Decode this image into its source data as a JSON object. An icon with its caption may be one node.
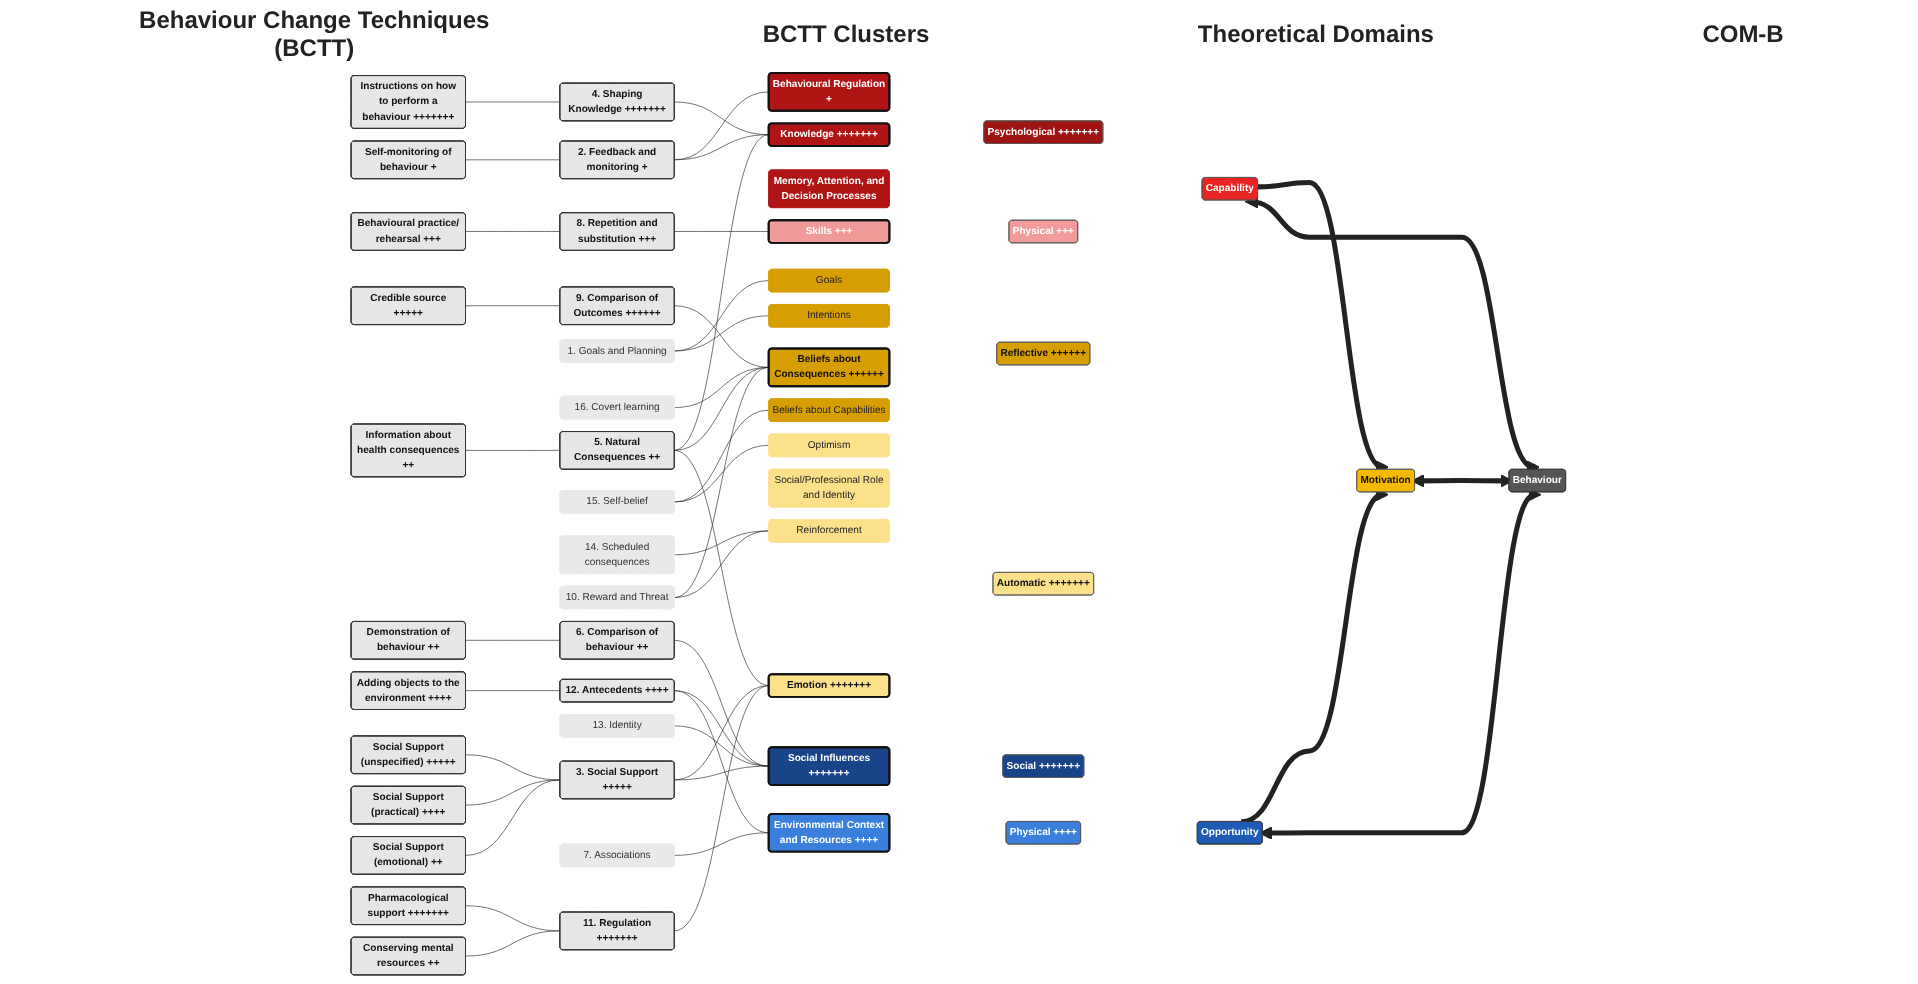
{
  "diagram": {
    "nodes": [
      {
        "text": [
          "Instructions on how to perform a behaviour +++++++"
        ]
      },
      {
        "text": [
          "Information about health consequences ++"
        ]
      },
      {
        "text": [
          "Self-monitoring of behaviour +"
        ]
      },
      {
        "text": [
          "Behavioural practice/ rehearsal +++"
        ]
      },
      {
        "text": [
          "Credible source +++++"
        ]
      },
      {
        "text": [
          "Pharmacological support +++++++"
        ]
      },
      {
        "text": [
          "Conserving mental resources ++"
        ]
      },
      {
        "text": [
          "Social Support (unspecified) +++++"
        ]
      },
      {
        "text": [
          "Social Support (practical) ++++"
        ]
      },
      {
        "text": [
          "Social Support (emotional) ++"
        ]
      },
      {
        "text": [
          "Demonstration of behaviour ++"
        ]
      },
      {
        "text": [
          "Adding objects to the environment ++++"
        ]
      },
      {
        "text": [
          "4. Shaping Knowledge +++++++"
        ]
      },
      {
        "text": [
          "5. Natural Consequences ++"
        ]
      },
      {
        "text": [
          "2. Feedback and monitoring +"
        ]
      },
      {
        "text": [
          "8. Repetition and substitution +++"
        ]
      },
      {
        "text": [
          "1. Goals and Planning"
        ]
      },
      {
        "text": [
          "16. Covert learning"
        ]
      },
      {
        "text": [
          "9. Comparison of Outcomes ++++++"
        ]
      },
      {
        "text": [
          "15. Self-belief"
        ]
      },
      {
        "text": [
          "14. Scheduled consequences"
        ]
      },
      {
        "text": [
          "10. Reward and Threat"
        ]
      },
      {
        "text": [
          "11. Regulation +++++++"
        ]
      },
      {
        "text": [
          "3. Social Support +++++"
        ]
      },
      {
        "text": [
          "13. Identity"
        ]
      },
      {
        "text": [
          "6. Comparison of behaviour ++"
        ]
      },
      {
        "text": [
          "7. Associations"
        ]
      },
      {
        "text": [
          "12. Antecedents ++++"
        ]
      },
      {
        "text": [
          "Knowledge +++++++"
        ]
      },
      {
        "text": [
          "Behavioural Regulation +"
        ]
      },
      {
        "text": [
          "Memory, Attention, and Decision Processes"
        ]
      },
      {
        "text": [
          "Skills +++"
        ]
      },
      {
        "text": [
          "Goals"
        ]
      },
      {
        "text": [
          "Intentions"
        ]
      },
      {
        "text": [
          "Beliefs about Consequences ++++++"
        ]
      },
      {
        "text": [
          "Beliefs about Capabilities"
        ]
      },
      {
        "text": [
          "Optimism"
        ]
      },
      {
        "text": [
          "Social/Professional Role and Identity"
        ]
      },
      {
        "text": [
          "Reinforcement"
        ]
      },
      {
        "text": [
          "Emotion +++++++"
        ]
      },
      {
        "text": [
          "Social Influences +++++++"
        ]
      },
      {
        "text": [
          "Environmental Context and Resources ++++"
        ]
      },
      {
        "text": [
          "Psychological +++++++"
        ]
      },
      {
        "text": [
          "Physical +++"
        ]
      },
      {
        "text": [
          "Reflective ++++++"
        ]
      },
      {
        "text": [
          "Automatic +++++++"
        ]
      },
      {
        "text": [
          "Social +++++++"
        ]
      },
      {
        "text": [
          "Physical ++++"
        ]
      },
      {
        "text": [
          "Capability"
        ]
      },
      {
        "text": [
          "Motivation"
        ]
      },
      {
        "text": [
          "Opportunity"
        ]
      },
      {
        "text": [
          "Behaviour"
        ]
      }
    ],
    "edges": [
      {
        "from": 0,
        "to": 12,
        "arrow": "none"
      },
      {
        "from": 1,
        "to": 13,
        "arrow": "none"
      },
      {
        "from": 2,
        "to": 14,
        "arrow": "none"
      },
      {
        "from": 3,
        "to": 15,
        "arrow": "none"
      },
      {
        "from": 4,
        "to": 18,
        "arrow": "none"
      },
      {
        "from": 5,
        "to": 22,
        "arrow": "none"
      },
      {
        "from": 6,
        "to": 22,
        "arrow": "none"
      },
      {
        "from": 7,
        "to": 23,
        "arrow": "none"
      },
      {
        "from": 8,
        "to": 23,
        "arrow": "none"
      },
      {
        "from": 9,
        "to": 23,
        "arrow": "none"
      },
      {
        "from": 10,
        "to": 25,
        "arrow": "none"
      },
      {
        "from": 11,
        "to": 27,
        "arrow": "none"
      },
      {
        "from": 12,
        "to": 28,
        "arrow": "none"
      },
      {
        "from": 13,
        "to": 28,
        "arrow": "none"
      },
      {
        "from": 13,
        "to": 34,
        "arrow": "none"
      },
      {
        "from": 13,
        "to": 39,
        "arrow": "none"
      },
      {
        "from": 14,
        "to": 28,
        "arrow": "none"
      },
      {
        "from": 14,
        "to": 29,
        "arrow": "none"
      },
      {
        "from": 15,
        "to": 31,
        "arrow": "none"
      },
      {
        "from": 16,
        "to": 32,
        "arrow": "none"
      },
      {
        "from": 16,
        "to": 33,
        "arrow": "none"
      },
      {
        "from": 17,
        "to": 34,
        "arrow": "none"
      },
      {
        "from": 18,
        "to": 34,
        "arrow": "none"
      },
      {
        "from": 19,
        "to": 35,
        "arrow": "none"
      },
      {
        "from": 19,
        "to": 36,
        "arrow": "none"
      },
      {
        "from": 20,
        "to": 38,
        "arrow": "none"
      },
      {
        "from": 21,
        "to": 34,
        "arrow": "none"
      },
      {
        "from": 21,
        "to": 38,
        "arrow": "none"
      },
      {
        "from": 22,
        "to": 39,
        "arrow": "none"
      },
      {
        "from": 23,
        "to": 39,
        "arrow": "none"
      },
      {
        "from": 23,
        "to": 40,
        "arrow": "none"
      },
      {
        "from": 24,
        "to": 40,
        "arrow": "none"
      },
      {
        "from": 25,
        "to": 40,
        "arrow": "none"
      },
      {
        "from": 26,
        "to": 41,
        "arrow": "none"
      },
      {
        "from": 27,
        "to": 40,
        "arrow": "none"
      },
      {
        "from": 27,
        "to": 41,
        "arrow": "none"
      },
      {
        "from": 48,
        "to": 49,
        "arrow": "to",
        "style": "thick"
      },
      {
        "from": 50,
        "to": 49,
        "arrow": "to",
        "style": "thick"
      },
      {
        "from": 48,
        "to": 51,
        "arrow": "both",
        "style": "thick"
      },
      {
        "from": 49,
        "to": 51,
        "arrow": "both",
        "style": "thick"
      },
      {
        "from": 50,
        "to": 51,
        "arrow": "both",
        "style": "thick"
      }
    ],
    "labels": [
      "Behaviour Change Techniques (BCTT)",
      "BCTT Clusters",
      "Theoretical Domains",
      "COM-B"
    ]
  }
}
